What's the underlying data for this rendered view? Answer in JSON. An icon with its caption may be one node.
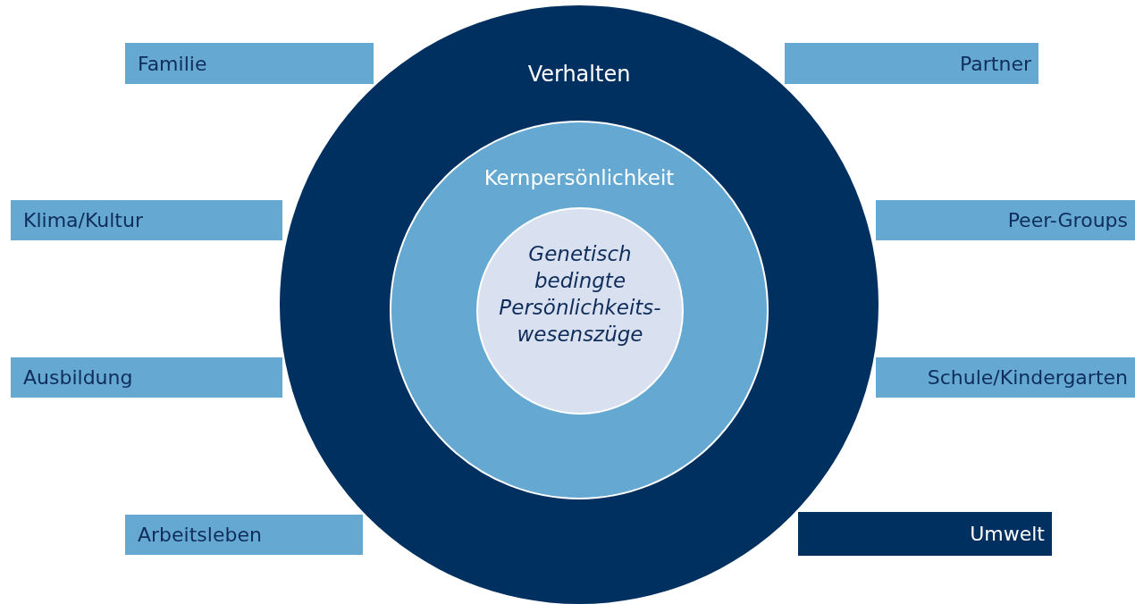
{
  "diagram": {
    "nodes": [
      {
        "text": [
          "Verhalten"
        ]
      },
      {
        "text": [
          "Kernpersönlichkeit"
        ],
        "in": 0
      },
      {
        "text": [
          "Genetisch bedingte Persönlichkeits- wesenszüge"
        ],
        "in": 1
      },
      {
        "text": [
          "Familie"
        ]
      },
      {
        "text": [
          "Partner"
        ]
      },
      {
        "text": [
          "Klima/Kultur"
        ]
      },
      {
        "text": [
          "Peer-Groups"
        ]
      },
      {
        "text": [
          "Ausbildung"
        ]
      },
      {
        "text": [
          "Schule/Kindergarten"
        ]
      },
      {
        "text": [
          "Arbeitsleben"
        ]
      },
      {
        "text": [
          "Umwelt"
        ]
      }
    ]
  }
}
